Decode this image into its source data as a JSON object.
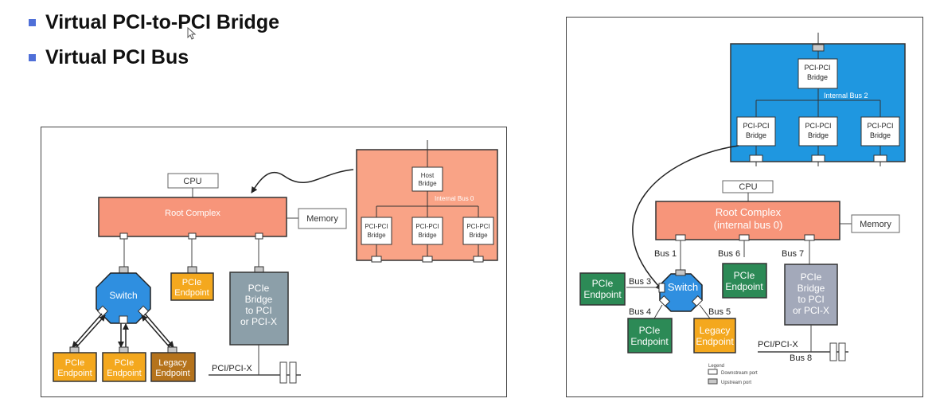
{
  "bullets": [
    "Virtual PCI-to-PCI Bridge",
    "Virtual PCI Bus"
  ],
  "left": {
    "cpu": "CPU",
    "root_complex": "Root Complex",
    "memory": "Memory",
    "switch": "Switch",
    "pcie_endpoint_l1": "PCIe",
    "pcie_endpoint_l2": "Endpoint",
    "legacy_endpoint_l1": "Legacy",
    "legacy_endpoint_l2": "Endpoint",
    "bridge_lines": [
      "PCIe",
      "Bridge",
      "to PCI",
      "or PCI-X"
    ],
    "pci_bus_label": "PCI/PCI-X",
    "inset": {
      "host_l1": "Host",
      "host_l2": "Bridge",
      "internal_bus": "Internal Bus 0",
      "ppb_l1": "PCI-PCI",
      "ppb_l2": "Bridge"
    }
  },
  "right": {
    "top": {
      "ppb_l1": "PCI-PCI",
      "ppb_l2": "Bridge",
      "internal_bus": "Internal Bus 2"
    },
    "cpu": "CPU",
    "root_l1": "Root Complex",
    "root_l2": "(internal bus 0)",
    "memory": "Memory",
    "bus1": "Bus 1",
    "bus3": "Bus 3",
    "bus4": "Bus 4",
    "bus5": "Bus 5",
    "bus6": "Bus 6",
    "bus7": "Bus 7",
    "bus8": "Bus 8",
    "switch": "Switch",
    "pcie_endpoint_l1": "PCIe",
    "pcie_endpoint_l2": "Endpoint",
    "legacy_endpoint_l1": "Legacy",
    "legacy_endpoint_l2": "Endpoint",
    "bridge_lines": [
      "PCIe",
      "Bridge",
      "to PCI",
      "or PCI-X"
    ],
    "pci_bus_label": "PCI/PCI-X",
    "legend_title": "Legend",
    "legend_downstream": "Downstream port",
    "legend_upstream": "Upstream port"
  },
  "colors": {
    "root": "#f7957a",
    "inset_bg": "#f9a386",
    "switch": "#2f8fe0",
    "endpoint_orange": "#f4a81e",
    "legacy_brown": "#b5731c",
    "bridge_gray": "#8c9fa9",
    "endpoint_green": "#2c8a56",
    "top_blue": "#1f97e0",
    "bridge_gray2": "#a3a9ba"
  }
}
